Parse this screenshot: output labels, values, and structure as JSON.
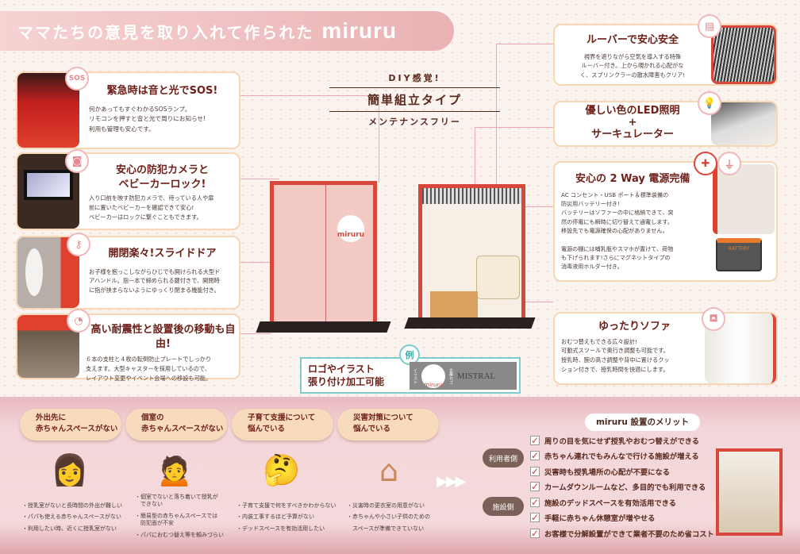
{
  "header": {
    "title": "ママたちの意見を取り入れて作られた",
    "logo": "miruru"
  },
  "left_cards": [
    {
      "icon": "SOS",
      "title": "緊急時は音と光でSOS!",
      "lines": [
        "何かあってもすぐわかるSOSランプ。",
        "リモコンを押すと音と光で周りにお知らせ!",
        "利用も管理も安心です。"
      ]
    },
    {
      "icon": "camera-icon",
      "title": "安心の防犯カメラと\nベビーカーロック!",
      "lines": [
        "入り口前を映す防犯カメラで、待っている人や扉",
        "前に置いたベビーカーを確認できて安心!",
        "ベビーカーはロックに繋ぐこともできます。"
      ]
    },
    {
      "icon": "key-icon",
      "title": "開閉楽々!スライドドア",
      "lines": [
        "お子様を抱っこしながらひじでも開けられる大型ド",
        "アハンドル。指一本で締められる鍵付きで、開閉時",
        "に指が挟まらないようにゆっくり閉まる機能付き。"
      ]
    },
    {
      "icon": "caster-icon",
      "title": "高い耐震性と設置後の移動も自由!",
      "lines": [
        "６本の支柱と４枚の転倒防止プレートでしっかり",
        "支えます。大型キャスターを採用しているので、",
        "レイアウト変更やイベント会場への移設も可能。"
      ]
    }
  ],
  "right_cards": [
    {
      "icon": "louver-icon",
      "title": "ルーバーで安心安全",
      "lines": [
        "視界を遮りながら空気を導入する特殊",
        "ルーバー付き。上から覗かれる心配がな",
        "く、スプリンクラーの散水障害もクリア!"
      ]
    },
    {
      "icon": "bulb-icon",
      "title": "優しい色のLED照明\n+\nサーキュレーター",
      "lines": []
    },
    {
      "icon": "plug-icon",
      "title": "安心の 2 Way 電源完備",
      "lines": [
        "AC コンセント・USB ポート＆標準装備の",
        "防災用バッテリー付き!",
        "バッテリーはソファーの中に格納できて、突",
        "然の停電にも瞬時に切り替えて通電します。",
        "移設先でも電源確保の心配がありません。",
        "",
        "電源の棚には哺乳瓶やスマホが置けて、荷物",
        "も下げられます!さらにマグネットタイプの",
        "消毒液用ホルダー付き。"
      ],
      "battery_label": "BATTERY"
    },
    {
      "icon": "sofa-icon",
      "title": "ゆったりソファ",
      "lines": [
        "おむつ替えもできる広々設計!",
        "可動式スツールで奥行き調整も可能です。",
        "授乳時、腕の高さ調整や背中に置けるクッ",
        "ション付きで、授乳時間を快適にします。"
      ]
    }
  ],
  "center": {
    "diy": "DIY感覚!",
    "ribbon": "簡単組立タイプ",
    "sub": "メンテナンスフリー",
    "door_logo": "miruru"
  },
  "example": {
    "badge": "例",
    "text": "ロゴやイラスト\n張り付け加工可能",
    "illust_label": "イラスト",
    "illust_logo": "miruru",
    "company_label": "企業ロゴ",
    "company_logo": "MISTRAL"
  },
  "problems": [
    {
      "title": "外出先に\n赤ちゃんスペースがない",
      "bullets": [
        "・授乳室がないと長時間の外出が難しい",
        "・パパも使える赤ちゃんスペースがない",
        "・利用したい時、近くに授乳室がない"
      ]
    },
    {
      "title": "個室の\n赤ちゃんスペースがない",
      "bullets": [
        "・個室でないと落ち着いて授乳が\n　できない",
        "・簡易型の赤ちゃんスペースでは\n　防犯面が不安",
        "・パパにおむつ替え等を頼みづらい"
      ]
    },
    {
      "title": "子育て支援について\n悩んでいる",
      "bullets": [
        "・子育て支援で何をすべきかわからない",
        "・内装工事するほど予算がない",
        "・デッドスペースを有効活用したい"
      ]
    },
    {
      "title": "災害対策について\n悩んでいる",
      "bullets": [
        "・災害時の更衣室の用意がない",
        "・赤ちゃんや小さい子供のための\n　スペースが準備できていない"
      ]
    }
  ],
  "merits": {
    "title": "miruru 設置のメリット",
    "user_label": "利用者側",
    "facility_label": "施設側",
    "items": [
      "周りの目を気にせず授乳やおむつ替えができる",
      "赤ちゃん連れでもみんなで行ける施設が増える",
      "災害時も授乳場所の心配が不要になる",
      "カームダウンルームなど、多目的でも利用できる",
      "施設のデッドスペースを有効活用できる",
      "手軽に赤ちゃん休憩室が増やせる",
      "お客様で分解設置ができて業者不要のため省コスト"
    ]
  },
  "colors": {
    "accent": "#d9463b",
    "text": "#6e2018",
    "pill": "#f8dbbd",
    "border": "#f7d7b5"
  }
}
